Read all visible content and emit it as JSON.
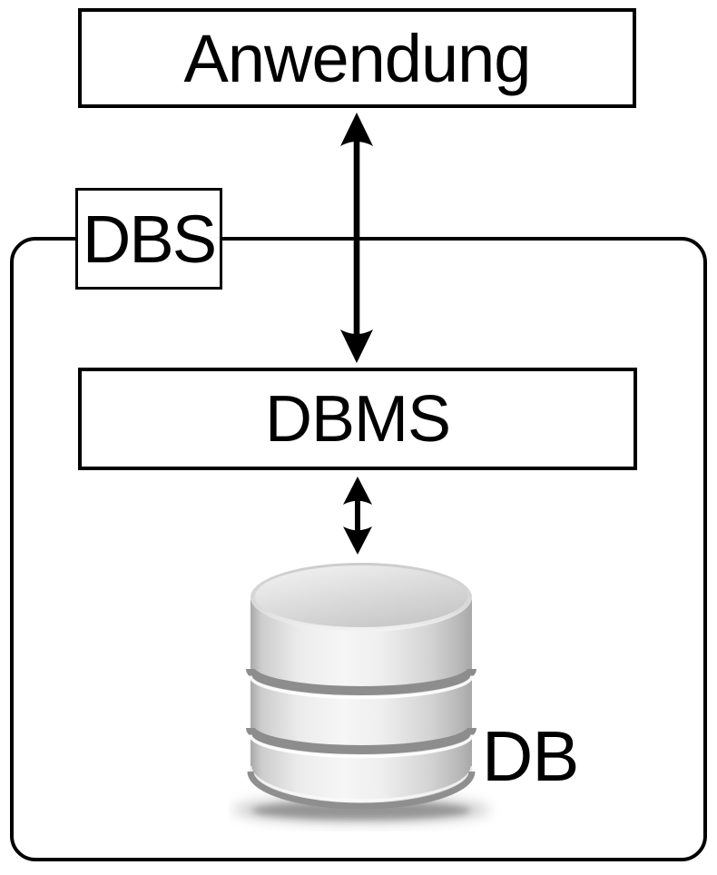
{
  "diagram": {
    "nodes": {
      "application": {
        "label": "Anwendung"
      },
      "dbs": {
        "label": "DBS"
      },
      "dbms": {
        "label": "DBMS"
      },
      "db": {
        "label": "DB"
      }
    },
    "arrows": [
      {
        "name": "arrow-application-dbms",
        "type": "double-headed-vertical",
        "connects": [
          "Anwendung",
          "DBMS"
        ]
      },
      {
        "name": "arrow-dbms-db",
        "type": "double-headed-vertical",
        "connects": [
          "DBMS",
          "DB"
        ]
      }
    ],
    "icons": [
      {
        "name": "database-cylinder-icon",
        "style": "glossy gray 3D cylinder with three segments"
      }
    ],
    "colors": {
      "stroke": "#000000",
      "box_fill": "#ffffff",
      "background": "#ffffff",
      "cylinder_light": "#f6f6f6",
      "cylinder_mid": "#d9d9d9",
      "cylinder_dark": "#a8a8a8",
      "cylinder_groove": "#8d8d8d"
    }
  }
}
